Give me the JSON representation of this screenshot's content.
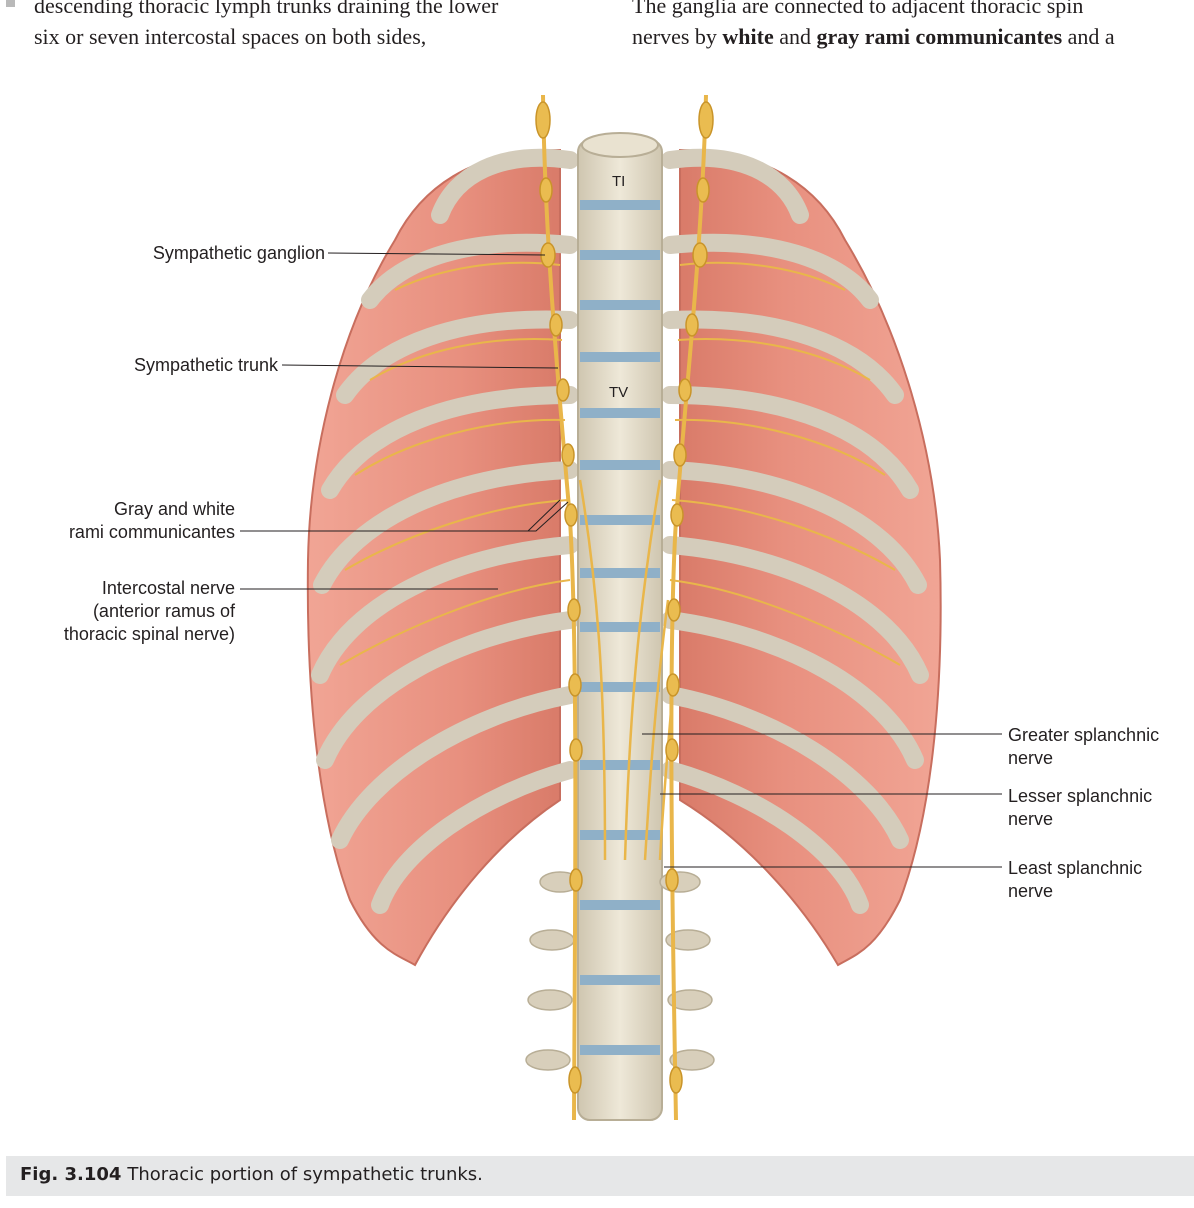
{
  "body_text": {
    "left_column": {
      "line1": "descending thoracic lymph trunks draining the lower",
      "line2": "six or seven intercostal spaces on both sides,"
    },
    "right_column": {
      "line1": "The ganglia are connected to adjacent thoracic spin",
      "line2_before": "nerves by ",
      "line2_bold1": "white",
      "line2_mid": " and ",
      "line2_bold2": "gray rami communicantes",
      "line2_after": " and a"
    }
  },
  "figure": {
    "vertebra_labels": [
      "TI",
      "TV"
    ],
    "labels": {
      "sympathetic_ganglion": "Sympathetic ganglion",
      "sympathetic_trunk": "Sympathetic trunk",
      "rami_line1": "Gray and white",
      "rami_line2": "rami communicantes",
      "intercostal_line1": "Intercostal nerve",
      "intercostal_line2": "(anterior ramus of",
      "intercostal_line3": "thoracic spinal nerve)",
      "greater_line1": "Greater splanchnic",
      "greater_line2": "nerve",
      "lesser_line1": "Lesser splanchnic",
      "lesser_line2": "nerve",
      "least_line1": "Least splanchnic",
      "least_line2": "nerve"
    },
    "colors": {
      "muscle": "#e8907f",
      "rib": "#d4ccbb",
      "vertebra": "#e3dcc8",
      "disc": "#8fb0c8",
      "nerve": "#e9b64a"
    }
  },
  "caption": {
    "label": "Fig. 3.104",
    "text": "Thoracic portion of sympathetic trunks."
  }
}
